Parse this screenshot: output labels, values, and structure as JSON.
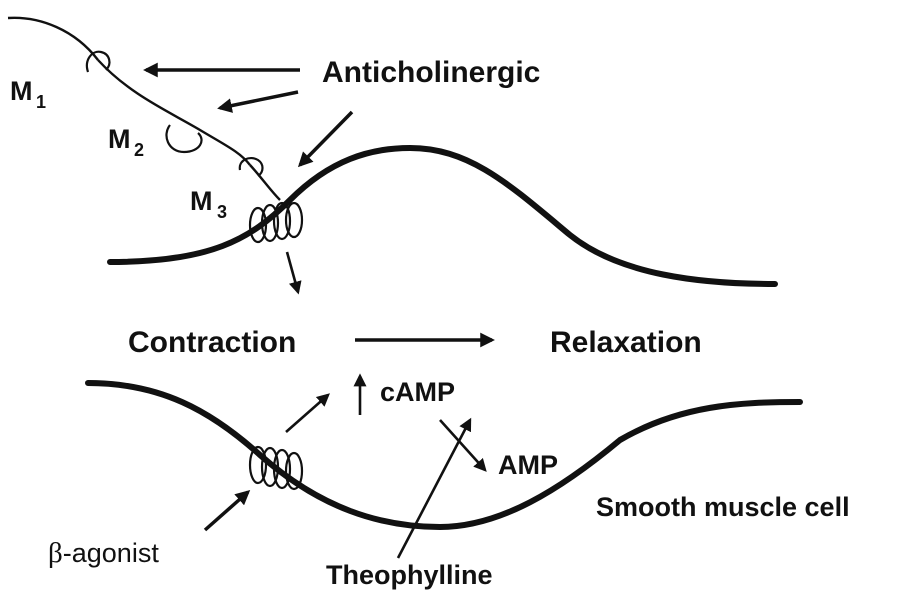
{
  "labels": {
    "anticholinergic": "Anticholinergic",
    "m1_main": "M",
    "m1_sub": "1",
    "m2_main": "M",
    "m2_sub": "2",
    "m3_main": "M",
    "m3_sub": "3",
    "contraction": "Contraction",
    "relaxation": "Relaxation",
    "camp": "cAMP",
    "amp": "AMP",
    "smooth_muscle_cell": "Smooth muscle cell",
    "beta_symbol": "β",
    "beta_rest": "-agonist",
    "theophylline": "Theophylline"
  }
}
